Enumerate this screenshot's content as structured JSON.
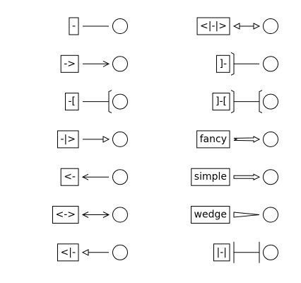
{
  "left_column": [
    {
      "label": "-",
      "arrow": "none"
    },
    {
      "label": "->",
      "arrow": "head-right-open"
    },
    {
      "label": "-[",
      "arrow": "bracket-right"
    },
    {
      "label": "-|>",
      "arrow": "head-right-filled"
    },
    {
      "label": "<-",
      "arrow": "head-left-open"
    },
    {
      "label": "<->",
      "arrow": "head-both-open"
    },
    {
      "label": "<|-",
      "arrow": "head-left-filled"
    }
  ],
  "right_column": [
    {
      "label": "<|-|>",
      "arrow": "head-both-filled"
    },
    {
      "label": "]-",
      "arrow": "bracket-left"
    },
    {
      "label": "]-[",
      "arrow": "bracket-both"
    },
    {
      "label": "fancy",
      "arrow": "fancy"
    },
    {
      "label": "simple",
      "arrow": "simple"
    },
    {
      "label": "wedge",
      "arrow": "wedge"
    },
    {
      "label": "|-|",
      "arrow": "bar-both"
    }
  ]
}
